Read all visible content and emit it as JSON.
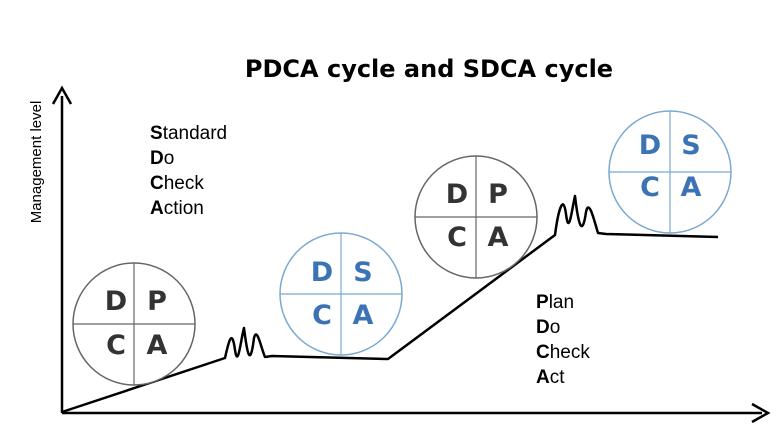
{
  "title": "PDCA cycle and SDCA cycle",
  "y_axis_label": "Management level",
  "sdca_legend": [
    {
      "first": "S",
      "rest": "tandard"
    },
    {
      "first": "D",
      "rest": "o"
    },
    {
      "first": "C",
      "rest": "heck"
    },
    {
      "first": "A",
      "rest": "ction"
    }
  ],
  "pdca_legend": [
    {
      "first": "P",
      "rest": "lan"
    },
    {
      "first": "D",
      "rest": "o"
    },
    {
      "first": "C",
      "rest": "heck"
    },
    {
      "first": "A",
      "rest": "ct"
    }
  ],
  "cycles": [
    {
      "name": "pdca-cycle-1",
      "letters": [
        "D",
        "P",
        "C",
        "A"
      ],
      "color": "#333333"
    },
    {
      "name": "sdca-cycle-1",
      "letters": [
        "D",
        "S",
        "C",
        "A"
      ],
      "color": "#3b73b5"
    },
    {
      "name": "pdca-cycle-2",
      "letters": [
        "D",
        "P",
        "C",
        "A"
      ],
      "color": "#333333"
    },
    {
      "name": "sdca-cycle-2",
      "letters": [
        "D",
        "S",
        "C",
        "A"
      ],
      "color": "#3b73b5"
    }
  ],
  "colors": {
    "pdca_circle": "#666666",
    "sdca_circle": "#7aa9d1",
    "line": "#000000"
  }
}
